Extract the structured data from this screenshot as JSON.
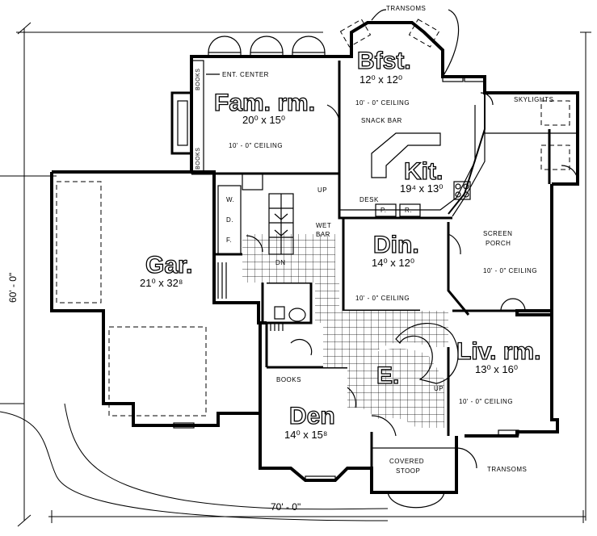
{
  "rooms": {
    "family": {
      "name": "Fam. rm.",
      "size": "20⁰ x 15⁰",
      "ceiling": "10' - 0\" CEILING"
    },
    "breakfast": {
      "name": "Bfst.",
      "size": "12⁰ x 12⁰",
      "ceiling": "10' - 0\" CEILING"
    },
    "kitchen": {
      "name": "Kit.",
      "size": "19⁴ x 13⁰"
    },
    "dining": {
      "name": "Din.",
      "size": "14⁰ x 12⁰",
      "ceiling": "10' - 0\" CEILING"
    },
    "garage": {
      "name": "Gar.",
      "size": "21⁰ x 32⁸"
    },
    "living": {
      "name": "Liv. rm.",
      "size": "13⁰ x 16⁰",
      "ceiling": "10' - 0\" CEILING"
    },
    "den": {
      "name": "Den",
      "size": "14⁰ x 15⁸"
    },
    "entry": {
      "name": "E."
    },
    "porch": {
      "line1": "SCREEN",
      "line2": "PORCH",
      "ceiling": "10' - 0\" CEILING"
    },
    "stoop": {
      "line1": "COVERED",
      "line2": "STOOP"
    }
  },
  "labels": {
    "transoms_top": "TRANSOMS",
    "transoms_bottom": "TRANSOMS",
    "ent_center": "ENT. CENTER",
    "books_upper": "BOOKS",
    "books_lower": "BOOKS",
    "books_den": "BOOKS",
    "skylights": "SKYLIGHTS",
    "snack_bar": "SNACK BAR",
    "desk": "DESK",
    "wet_bar_1": "WET",
    "wet_bar_2": "BAR",
    "up_stair": "UP",
    "dn_stair": "DN",
    "up_entry": "UP",
    "pantry_p1": "P.",
    "pantry_r": "R.",
    "laundry_w": "W.",
    "laundry_d": "D.",
    "laundry_f": "F."
  },
  "dimensions": {
    "depth": "60' - 0\"",
    "width": "70' - 0\""
  }
}
